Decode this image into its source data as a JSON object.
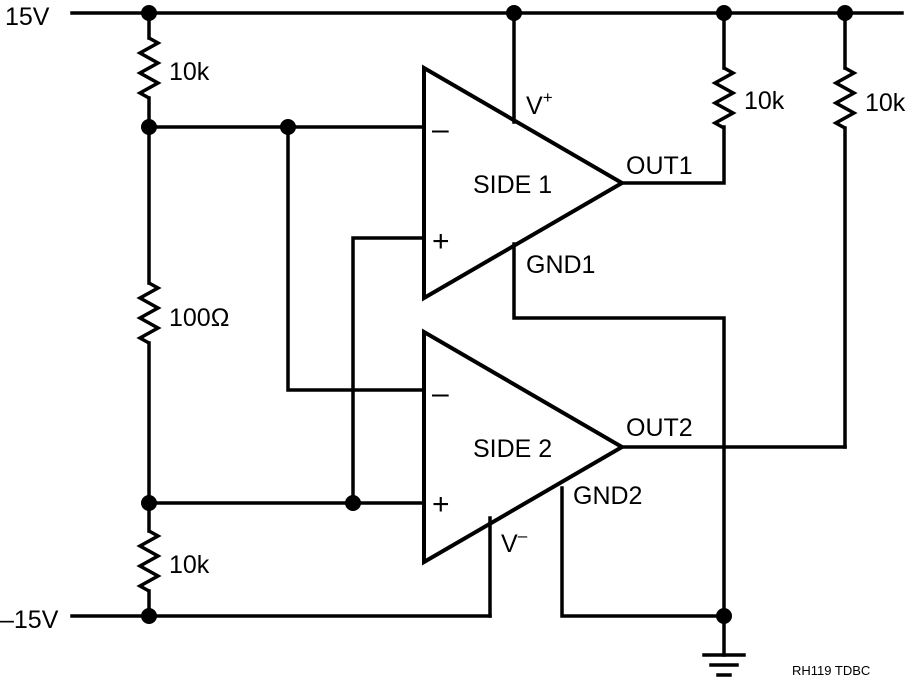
{
  "rails": {
    "positive": "15V",
    "negative": "–15V"
  },
  "resistors": {
    "r_top_left": "10k",
    "r_mid_left": "100Ω",
    "r_bottom_left": "10k",
    "r_out1_pullup": "10k",
    "r_out2_pullup": "10k"
  },
  "amplifiers": {
    "side1": {
      "label": "SIDE 1",
      "inverting": "–",
      "noninverting": "+",
      "supply_label": "V",
      "supply_sup": "+",
      "output": "OUT1",
      "ground": "GND1"
    },
    "side2": {
      "label": "SIDE 2",
      "inverting": "–",
      "noninverting": "+",
      "supply_label": "V",
      "supply_sup": "–",
      "output": "OUT2",
      "ground": "GND2"
    }
  },
  "figure_id": "RH119 TDBC"
}
